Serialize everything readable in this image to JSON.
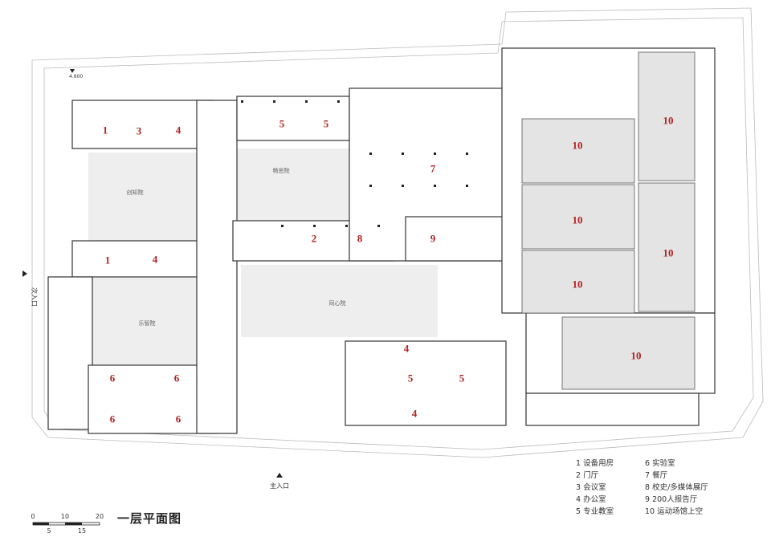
{
  "elevation_mark": "4.600",
  "west_entrance_label": "次入口",
  "main_entrance_label": "主入口",
  "courtyards": [
    "创知院",
    "畅思院",
    "乐智院",
    "同心院"
  ],
  "rooms": [
    "1",
    "3",
    "4",
    "5",
    "5",
    "7",
    "10",
    "10",
    "10",
    "10",
    "10",
    "10",
    "2",
    "8",
    "9",
    "1",
    "4",
    "6",
    "6",
    "6",
    "6",
    "4",
    "5",
    "5",
    "4"
  ],
  "legend": [
    "1 设备用房",
    "6 实验室",
    "2 门厅",
    "7 餐厅",
    "3 会议室",
    "8 校史/多媒体展厅",
    "4 办公室",
    "9 200人报告厅",
    "5 专业教室",
    "10 运动场馆上空"
  ],
  "scale": {
    "top_ticks": [
      "0",
      "10",
      "20"
    ],
    "bottom_ticks": [
      "5",
      "15"
    ]
  },
  "title": "一层平面图"
}
